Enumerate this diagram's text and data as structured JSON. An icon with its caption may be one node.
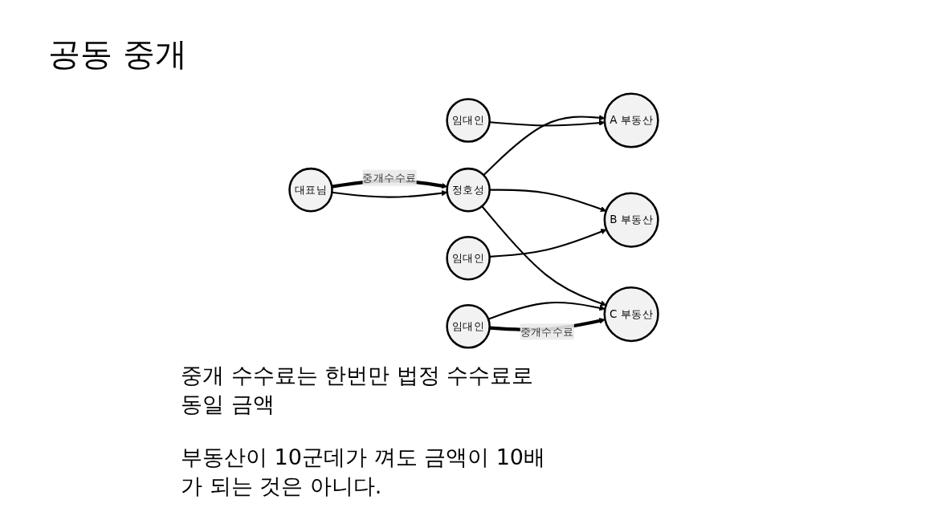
{
  "diagram": {
    "title": "공동 중개",
    "nodes": [
      {
        "text": [
          "대표님"
        ]
      },
      {
        "text": [
          "정호성"
        ]
      },
      {
        "text": [
          "A 부동산"
        ]
      },
      {
        "text": [
          "B 부동산"
        ]
      },
      {
        "text": [
          "C 부동산"
        ]
      },
      {
        "text": [
          "임대인"
        ]
      },
      {
        "text": [
          "임대인"
        ]
      },
      {
        "text": [
          "임대인"
        ]
      }
    ],
    "edges": [
      {
        "from": 0,
        "to": 1,
        "arrow": "to",
        "label": "중개수수료",
        "style": "thick"
      },
      {
        "from": 0,
        "to": 1,
        "arrow": "to"
      },
      {
        "from": 1,
        "to": 2,
        "arrow": "to"
      },
      {
        "from": 1,
        "to": 3,
        "arrow": "to"
      },
      {
        "from": 1,
        "to": 4,
        "arrow": "to"
      },
      {
        "from": 5,
        "to": 2,
        "arrow": "to"
      },
      {
        "from": 6,
        "to": 3,
        "arrow": "to"
      },
      {
        "from": 7,
        "to": 4,
        "arrow": "to"
      },
      {
        "from": 7,
        "to": 4,
        "arrow": "to",
        "label": "중개수수료",
        "style": "thick"
      }
    ],
    "labels": [
      "중개 수수료는 한번만 법정 수수료로 동일 금액",
      "부동산이 10군데가 껴도 금액이 10배가 되는 것은 아니다."
    ]
  }
}
